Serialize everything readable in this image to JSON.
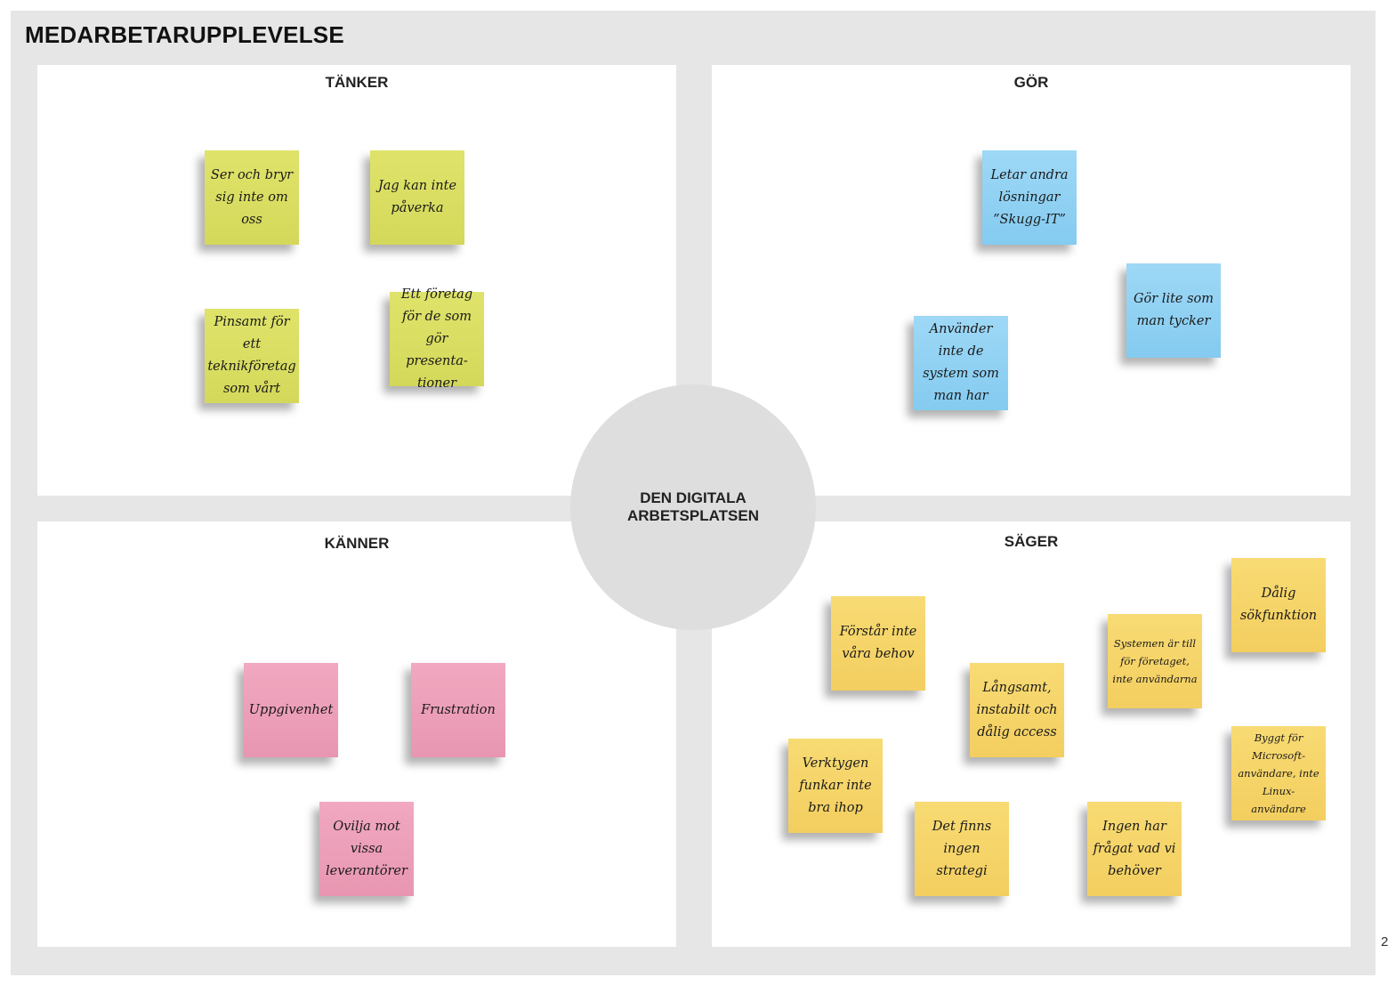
{
  "title": "MEDARBETARUPPLEVELSE",
  "center_label": "DEN DIGITALA ARBETSPLATSEN",
  "quadrants": {
    "tanker": {
      "label": "TÄNKER",
      "color": "#d9dd60",
      "notes": [
        "Ser och bryr sig inte om oss",
        "Jag kan inte påverka",
        "Pinsamt för ett teknikföretag som vårt",
        "Ett företag för de som gör presenta-tioner"
      ]
    },
    "gor": {
      "label": "GÖR",
      "color": "#8fd0f3",
      "notes": [
        "Letar andra lösningar ”Skugg-IT”",
        "Gör lite som man tycker",
        "Använder inte de system som man har"
      ]
    },
    "kanner": {
      "label": "KÄNNER",
      "color": "#ec9db7",
      "notes": [
        "Uppgivenhet",
        "Frustration",
        "Ovilja mot vissa leverantörer"
      ]
    },
    "sager": {
      "label": "SÄGER",
      "color": "#f5d367",
      "notes": [
        "Förstår inte våra behov",
        "Systemen är till för företaget, inte användarna",
        "Dålig sökfunktion",
        "Långsamt, instabilt och dålig access",
        "Byggt för Microsoft-användare, inte Linux-användare",
        "Verktygen funkar inte bra ihop",
        "Det finns ingen strategi",
        "Ingen har frågat vad vi behöver"
      ]
    }
  },
  "corner_mark": "2"
}
